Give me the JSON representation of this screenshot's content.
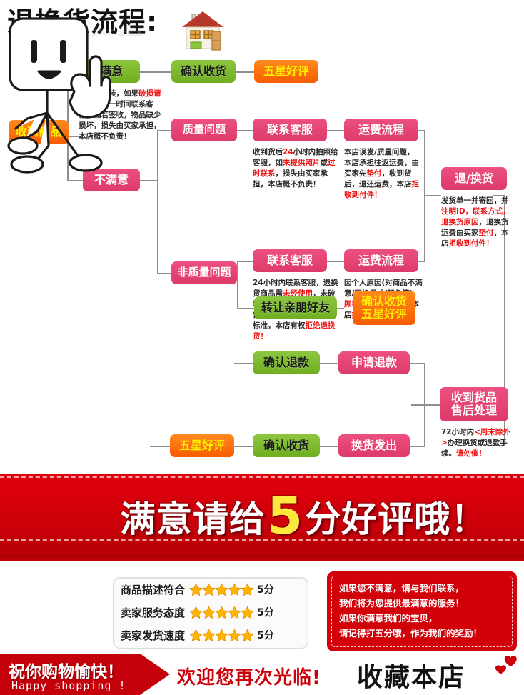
{
  "header": {
    "title": "退换货流程:",
    "house_icon": "house-icon"
  },
  "flowchart": {
    "nodes": {
      "received_goods": "收到商品",
      "satisfied": "满意",
      "confirm_receipt_top": "确认收货",
      "five_star_top": "五星好评",
      "dissatisfied": "不满意",
      "quality_issue": "质量问题",
      "contact_service_1": "联系客服",
      "shipping_process_1": "运费流程",
      "non_quality_issue": "非质量问题",
      "contact_service_2": "联系客服",
      "shipping_process_2": "运费流程",
      "transfer_to_friends": "转让亲朋好友",
      "confirm_five_star": "确认收货\n五星好评",
      "return_exchange": "退/换货",
      "confirm_refund": "确认退款",
      "apply_refund": "申请退款",
      "five_star_bottom": "五星好评",
      "confirm_receipt_bottom": "确认收货",
      "exchange_shipped": "换货发出",
      "after_sales": "收到货品\n售后处理"
    },
    "notes": {
      "satisfied_note": [
        {
          "t": "检查外包装，如果",
          "hl": false
        },
        {
          "t": "破损",
          "hl": true
        },
        {
          "t": "请拒签",
          "hl": true
        },
        {
          "t": "并第一时间联系客服，如若签收，物品缺少损坏，损失由买家承担，本店概不负责！",
          "hl": false
        }
      ],
      "contact_service_1_note": [
        {
          "t": "收到货后",
          "hl": false
        },
        {
          "t": "24",
          "hl": true
        },
        {
          "t": "小时内拍照给客服，如",
          "hl": false
        },
        {
          "t": "未提供照片",
          "hl": true
        },
        {
          "t": "或",
          "hl": false
        },
        {
          "t": "过时联系",
          "hl": true
        },
        {
          "t": "，损失由买家承担，本店概不负责！",
          "hl": false
        }
      ],
      "shipping_process_1_note": [
        {
          "t": "本店误发/质量问题，本店承担往返运费，由买家先",
          "hl": false
        },
        {
          "t": "垫付",
          "hl": true
        },
        {
          "t": "，收到货后，退还运费，本店",
          "hl": false
        },
        {
          "t": "拒收到付件！",
          "hl": true
        }
      ],
      "contact_service_2_note": [
        {
          "t": "24小时内联系客服，退换货商品需",
          "hl": false
        },
        {
          "t": "未经使用",
          "hl": true
        },
        {
          "t": "，未破坏原包装并不影响二次销售。如质检后不符退换货标准，本店有权",
          "hl": false
        },
        {
          "t": "拒绝退换货！",
          "hl": true
        }
      ],
      "shipping_process_2_note": [
        {
          "t": "因个人原因(对商品不满意/更换尺寸/颜色等)，",
          "hl": false
        },
        {
          "t": "顾客承担往返运费！",
          "hl": true
        },
        {
          "t": "本店",
          "hl": false
        },
        {
          "t": "拒收到付件！",
          "hl": true
        }
      ],
      "return_exchange_note": [
        {
          "t": "发货单一并寄回，并",
          "hl": false
        },
        {
          "t": "注明ID，联系方式，退换货原因",
          "hl": true
        },
        {
          "t": "，退换货运费由买家",
          "hl": false
        },
        {
          "t": "垫付",
          "hl": true
        },
        {
          "t": "，本店",
          "hl": false
        },
        {
          "t": "拒收到付件！",
          "hl": true
        }
      ],
      "after_sales_note": [
        {
          "t": "72小时内",
          "hl": false
        },
        {
          "t": "<周末除外>",
          "hl": true
        },
        {
          "t": "办理换货或退款手续。",
          "hl": false
        },
        {
          "t": "请勿催！",
          "hl": true
        }
      ]
    }
  },
  "banner": {
    "slogan_part1": "满意请给",
    "slogan_score": "5",
    "slogan_part2": "分好评哦！",
    "mascot": "mascot-thumbs-up-icon"
  },
  "ratings": {
    "rows": [
      {
        "label": "商品描述符合",
        "stars": 5,
        "score": "5分"
      },
      {
        "label": "卖家服务态度",
        "stars": 5,
        "score": "5分"
      },
      {
        "label": "卖家发货速度",
        "stars": 5,
        "score": "5分"
      }
    ]
  },
  "message": {
    "lines": [
      "如果您不满意，请与我们联系，",
      "我们将为您提供最满意的服务！",
      "如果你满意我们的宝贝，",
      "请记得打五分哦，作为我们的奖励！"
    ]
  },
  "footer": {
    "happy_cn": "祝你购物愉快！",
    "happy_en": "Happy shopping !",
    "welcome": "欢迎您再次光临!",
    "favorite": "收藏本店",
    "hearts_icon": "hearts-icon"
  },
  "colors": {
    "green": "#7cb928",
    "pink": "#e34a74",
    "orange": "#f96a00",
    "red": "#cc0009",
    "highlight_red": "#ee1111",
    "star_gold": "#ffb300",
    "line_gray": "#8e8e8e"
  }
}
